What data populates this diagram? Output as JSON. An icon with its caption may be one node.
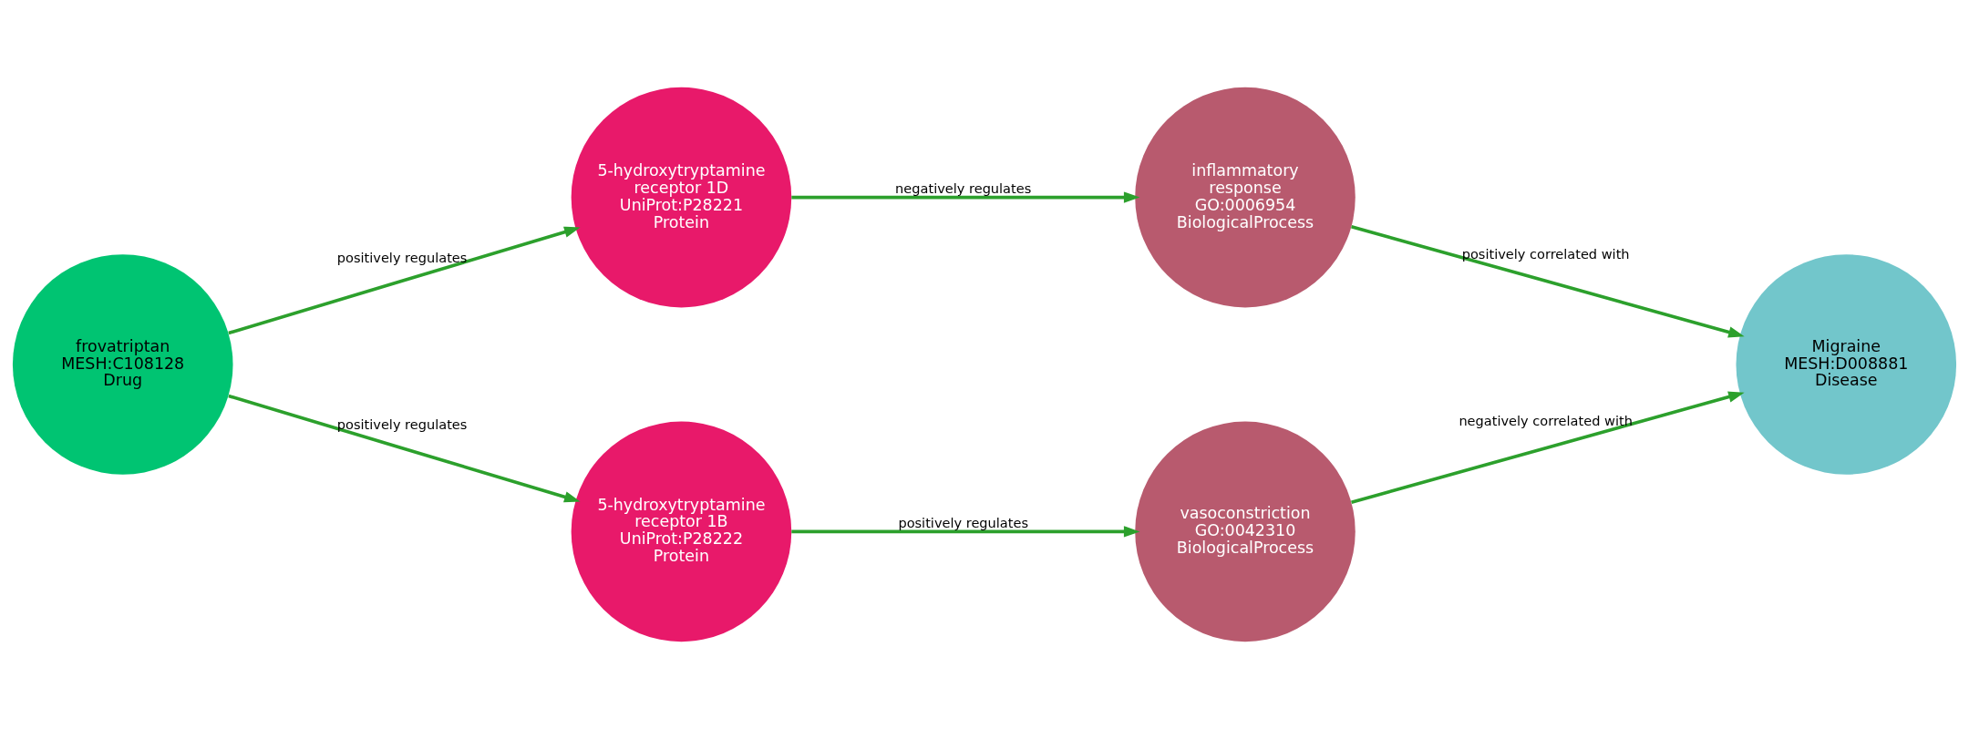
{
  "diagram": {
    "nodes": [
      {
        "text": [
          "frovatriptan",
          "MESH:C108128",
          "Drug"
        ]
      },
      {
        "text": [
          "5-hydroxytryptamine receptor 1D",
          "UniProt:P28221",
          "Protein"
        ]
      },
      {
        "text": [
          "5-hydroxytryptamine receptor 1B",
          "UniProt:P28222",
          "Protein"
        ]
      },
      {
        "text": [
          "inflammatory response",
          "GO:0006954",
          "BiologicalProcess"
        ]
      },
      {
        "text": [
          "vasoconstriction",
          "GO:0042310",
          "BiologicalProcess"
        ]
      },
      {
        "text": [
          "Migraine",
          "MESH:D008881",
          "Disease"
        ]
      }
    ],
    "edges": [
      {
        "from": 0,
        "to": 1,
        "arrow": "to",
        "label": "positively regulates"
      },
      {
        "from": 0,
        "to": 2,
        "arrow": "to",
        "label": "positively regulates"
      },
      {
        "from": 1,
        "to": 3,
        "arrow": "to",
        "label": "negatively regulates"
      },
      {
        "from": 2,
        "to": 4,
        "arrow": "to",
        "label": "positively regulates"
      },
      {
        "from": 3,
        "to": 5,
        "arrow": "to",
        "label": "positively correlated with"
      },
      {
        "from": 4,
        "to": 5,
        "arrow": "to",
        "label": "negatively correlated with"
      }
    ]
  }
}
